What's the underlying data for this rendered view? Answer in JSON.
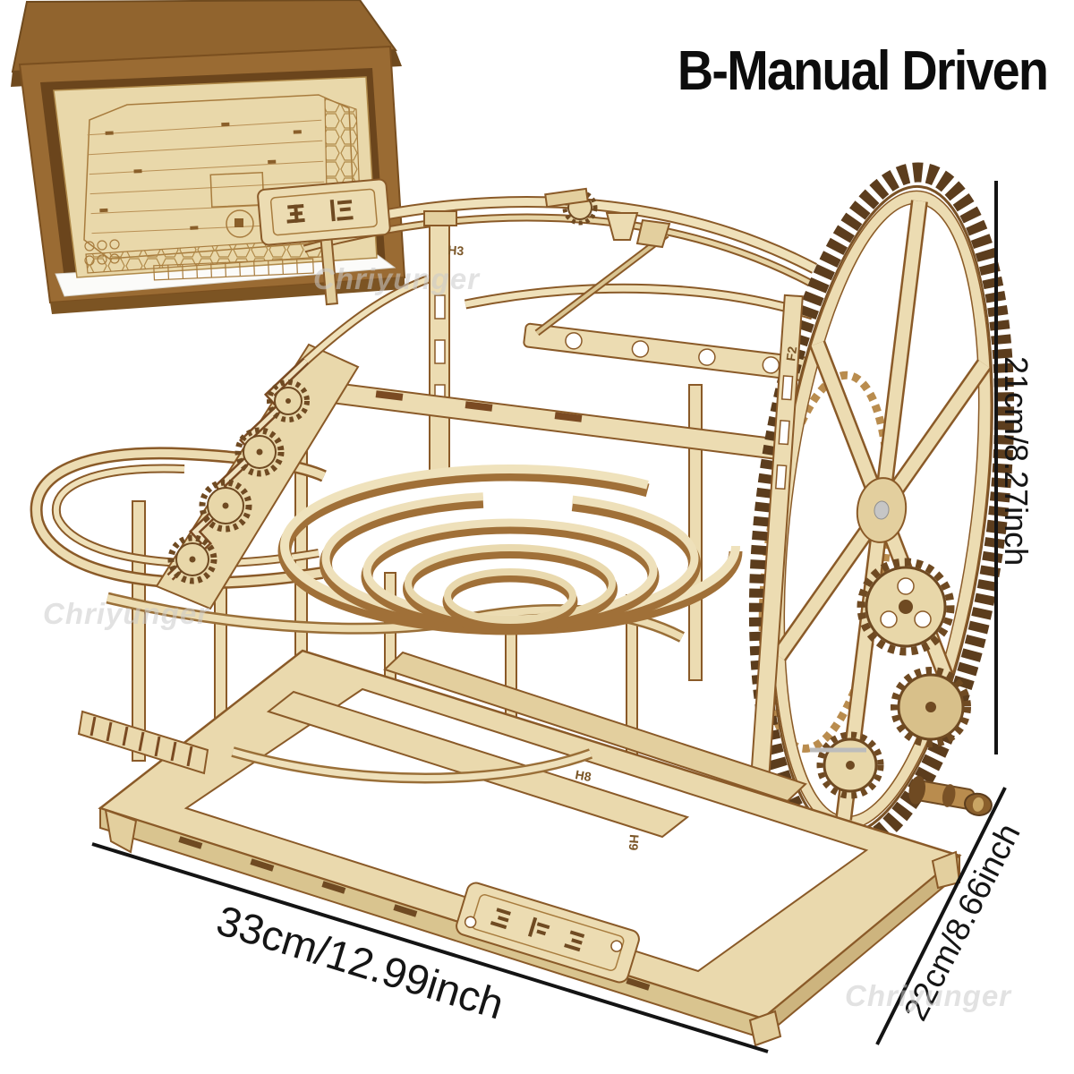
{
  "meta": {
    "image_type": "e-commerce product photo",
    "product": "wooden marble run 3D puzzle kit"
  },
  "title": "B-Manual Driven",
  "dimensions": {
    "height_label": "21cm/8.27inch",
    "width_label": "33cm/12.99inch",
    "depth_label": "22cm/8.66inch"
  },
  "watermark": {
    "text": "Chriyunger"
  },
  "part_labels": {
    "h3": "H3",
    "f2": "F2",
    "h8": "H8",
    "h9": "H9"
  },
  "colors": {
    "background": "#ffffff",
    "wood_light": "#ecdcb2",
    "wood_mid": "#e3cf9e",
    "wood_shadow": "#cdb47e",
    "wood_edge": "#8a5a28",
    "chain_dark": "#5c3d1d",
    "box_brown": "#9a6b33",
    "annotation": "#141414",
    "title_color": "#0d0d0d",
    "watermark_gray": "#cbcbcb"
  }
}
